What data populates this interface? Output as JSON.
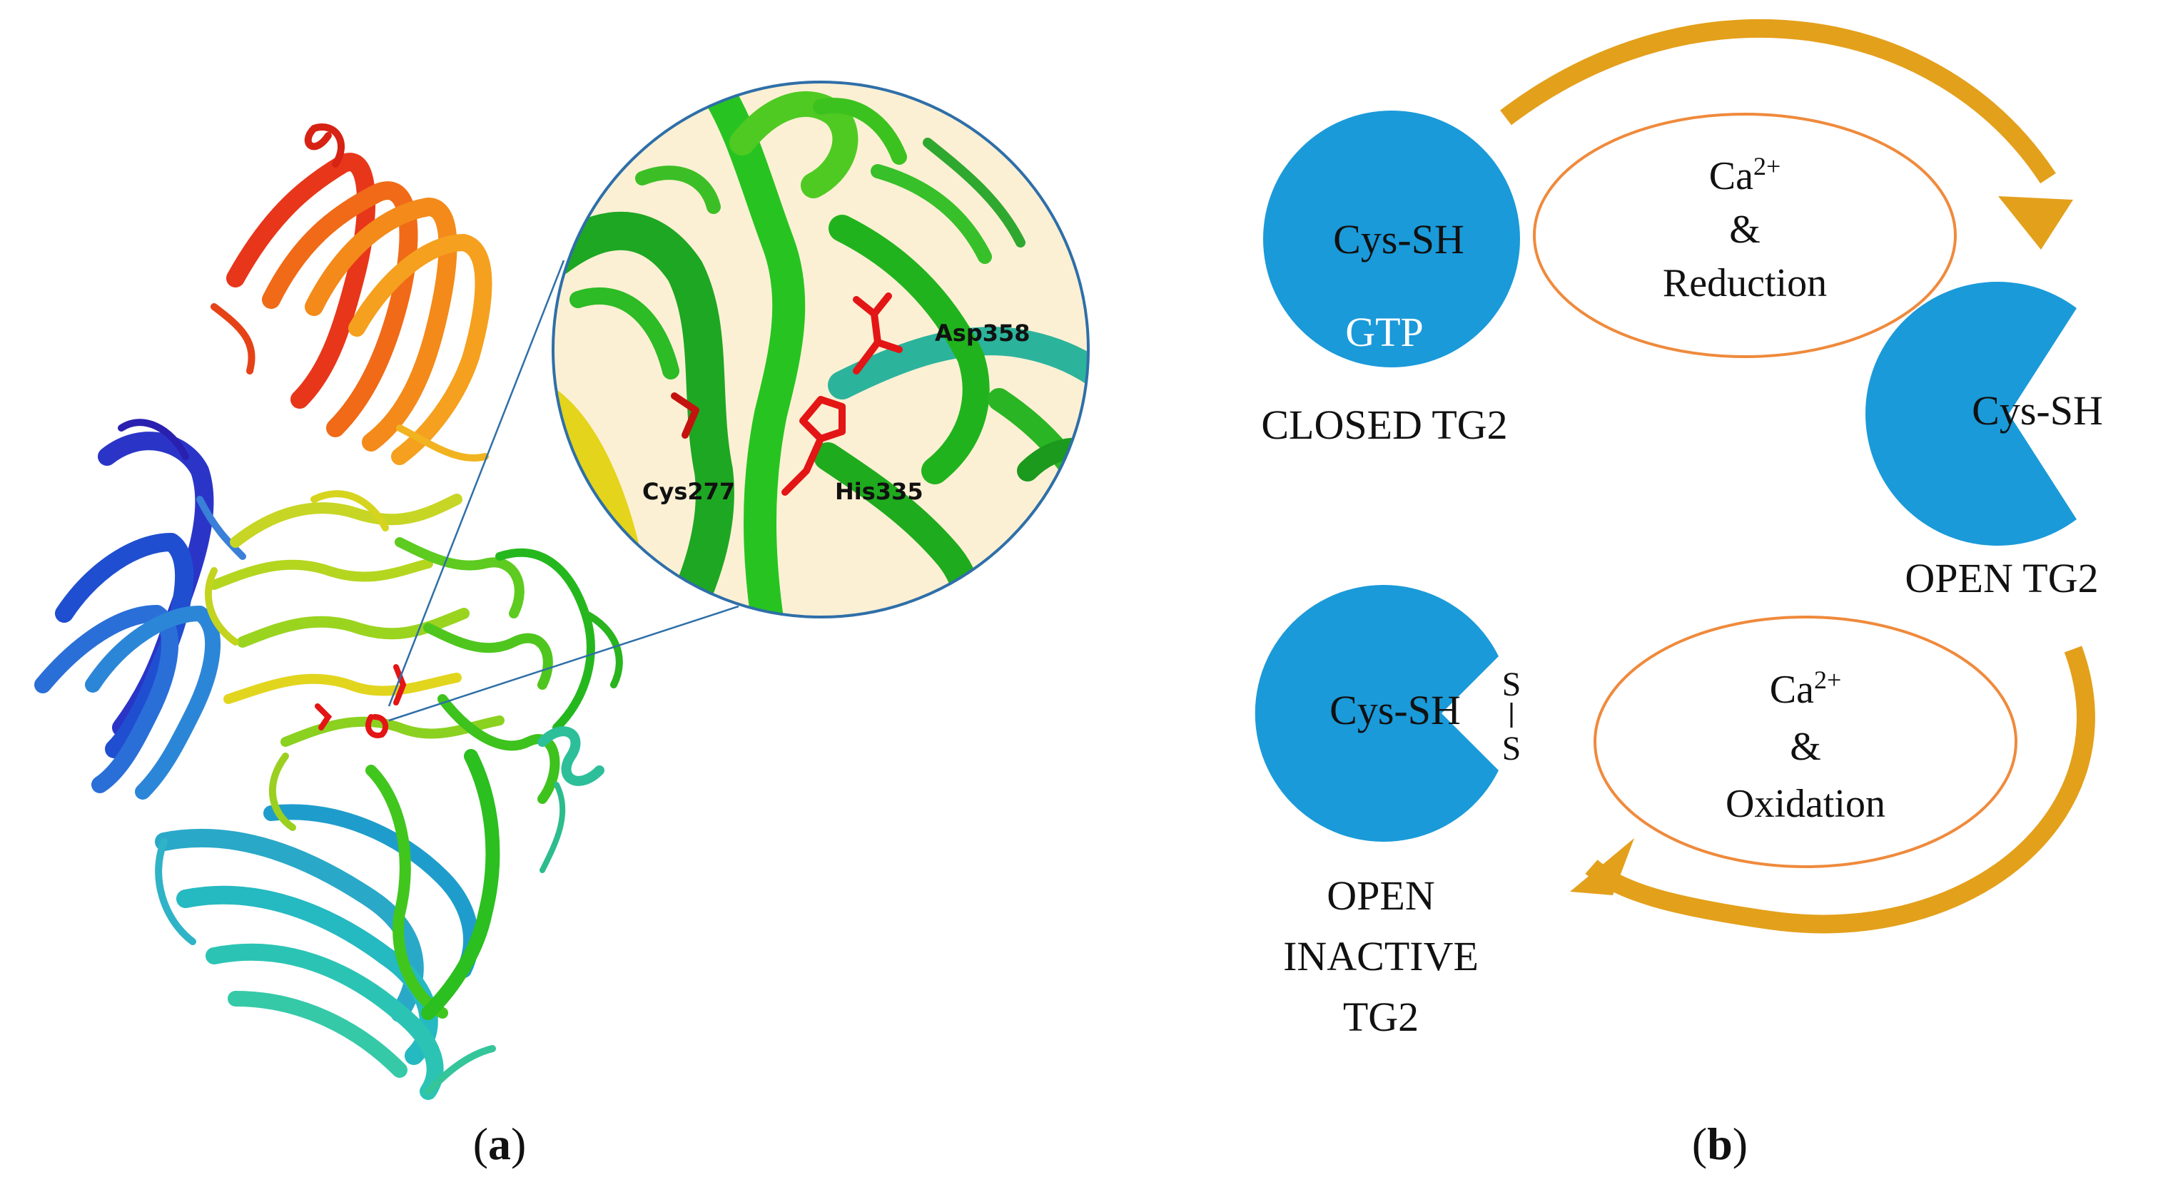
{
  "colors": {
    "enzyme_blue": "#1a9ad9",
    "arrow_gold": "#e3a01b",
    "ellipse_orange": "#ef8a3c",
    "zoom_bg": "#fcf0d4",
    "zoom_border": "#2e6fa8",
    "helix_green": "#23c21f",
    "residue_red": "#e31515"
  },
  "panel_a": {
    "label": "a",
    "residues": {
      "cys": "Cys277",
      "his": "His335",
      "asp": "Asp358"
    }
  },
  "panel_b": {
    "label": "b",
    "closed": {
      "cys": "Cys-SH",
      "gtp": "GTP",
      "caption": "CLOSED TG2"
    },
    "open": {
      "cys": "Cys-SH",
      "caption": "OPEN TG2"
    },
    "inactive": {
      "cys": "Cys-SH",
      "s_top": "S",
      "s_bottom": "S",
      "caption_line1": "OPEN",
      "caption_line2": "INACTIVE",
      "caption_line3": "TG2"
    },
    "reduction_step": {
      "ion": "Ca",
      "charge": "2+",
      "amp": "&",
      "process": "Reduction"
    },
    "oxidation_step": {
      "ion": "Ca",
      "charge": "2+",
      "amp": "&",
      "process": "Oxidation"
    }
  }
}
